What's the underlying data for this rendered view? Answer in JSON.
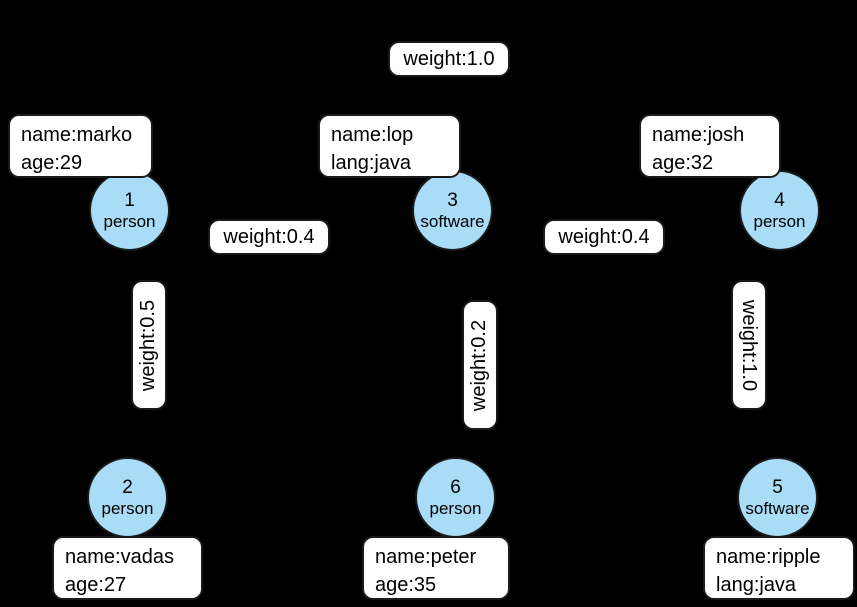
{
  "graph": {
    "background_color": "#000000",
    "vertex_fill": "#a9dcf7",
    "vertex_stroke": "#1a1a1a",
    "box_fill": "#ffffff",
    "box_stroke": "#1a1a1a",
    "vertices": [
      {
        "id": "1",
        "label": "person",
        "properties": [
          "name:marko",
          "age:29"
        ]
      },
      {
        "id": "3",
        "label": "software",
        "properties": [
          "name:lop",
          "lang:java"
        ]
      },
      {
        "id": "4",
        "label": "person",
        "properties": [
          "name:josh",
          "age:32"
        ]
      },
      {
        "id": "2",
        "label": "person",
        "properties": [
          "name:vadas",
          "age:27"
        ]
      },
      {
        "id": "6",
        "label": "person",
        "properties": [
          "name:peter",
          "age:35"
        ]
      },
      {
        "id": "5",
        "label": "software",
        "properties": [
          "name:ripple",
          "lang:java"
        ]
      }
    ],
    "edges": [
      {
        "weight_label": "weight:1.0",
        "orientation": "horizontal"
      },
      {
        "weight_label": "weight:0.4",
        "orientation": "horizontal"
      },
      {
        "weight_label": "weight:0.4",
        "orientation": "horizontal"
      },
      {
        "weight_label": "weight:0.5",
        "orientation": "vertical-ccw"
      },
      {
        "weight_label": "weight:0.2",
        "orientation": "vertical-ccw"
      },
      {
        "weight_label": "weight:1.0",
        "orientation": "vertical-cw"
      }
    ]
  }
}
